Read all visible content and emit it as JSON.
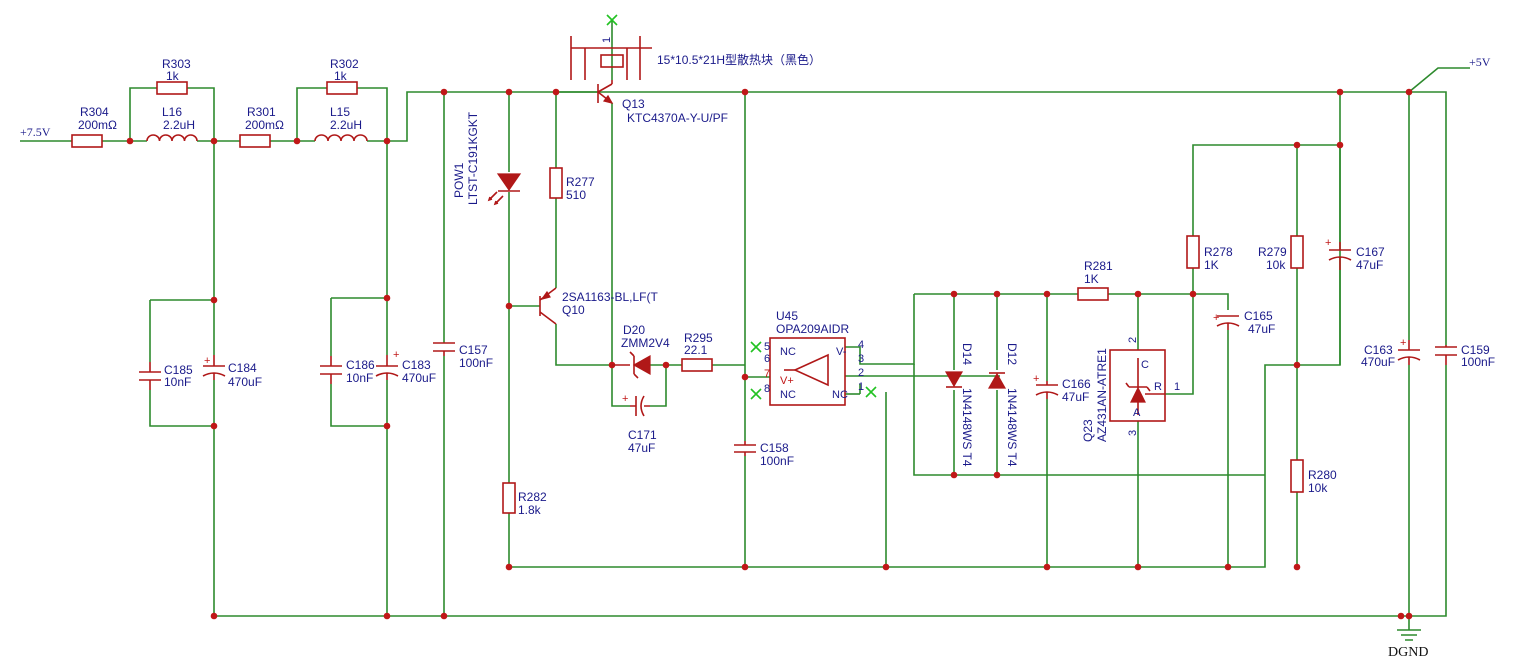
{
  "nets": {
    "vin": "+7.5V",
    "vout": "+5V",
    "gnd": "DGND"
  },
  "heatsink": {
    "ref": "1",
    "label": "15*10.5*21H型散热块（黑色）"
  },
  "parts": {
    "R304": {
      "ref": "R304",
      "val": "200mΩ"
    },
    "R303": {
      "ref": "R303",
      "val": "1k"
    },
    "L16": {
      "ref": "L16",
      "val": "2.2uH"
    },
    "R301": {
      "ref": "R301",
      "val": "200mΩ"
    },
    "R302": {
      "ref": "R302",
      "val": "1k"
    },
    "L15": {
      "ref": "L15",
      "val": "2.2uH"
    },
    "C185": {
      "ref": "C185",
      "val": "10nF"
    },
    "C184": {
      "ref": "C184",
      "val": "470uF"
    },
    "C186": {
      "ref": "C186",
      "val": "10nF"
    },
    "C183": {
      "ref": "C183",
      "val": "470uF"
    },
    "C157": {
      "ref": "C157",
      "val": "100nF"
    },
    "POW1": {
      "ref": "POW1",
      "val": "LTST-C191KGKT"
    },
    "R277": {
      "ref": "R277",
      "val": "510"
    },
    "Q13": {
      "ref": "Q13",
      "val": "KTC4370A-Y-U/PF"
    },
    "Q10": {
      "ref": "Q10",
      "val": "2SA1163-BL,LF(T"
    },
    "D20": {
      "ref": "D20",
      "val": "ZMM2V4"
    },
    "R295": {
      "ref": "R295",
      "val": "22.1"
    },
    "C171": {
      "ref": "C171",
      "val": "47uF"
    },
    "R282": {
      "ref": "R282",
      "val": "1.8k"
    },
    "C158": {
      "ref": "C158",
      "val": "100nF"
    },
    "U45": {
      "ref": "U45",
      "val": "OPA209AIDR"
    },
    "D14": {
      "ref": "D14",
      "val": "1N4148WS T4"
    },
    "D12": {
      "ref": "D12",
      "val": "1N4148WS T4"
    },
    "C166": {
      "ref": "C166",
      "val": "47uF"
    },
    "R281": {
      "ref": "R281",
      "val": "1K"
    },
    "Q23": {
      "ref": "Q23",
      "val": "AZ431AN-ATRE1"
    },
    "R278": {
      "ref": "R278",
      "val": "1K"
    },
    "C165": {
      "ref": "C165",
      "val": "47uF"
    },
    "R279": {
      "ref": "R279",
      "val": "10k"
    },
    "R280": {
      "ref": "R280",
      "val": "10k"
    },
    "C167": {
      "ref": "C167",
      "val": "47uF"
    },
    "C163": {
      "ref": "C163",
      "val": "470uF"
    },
    "C159": {
      "ref": "C159",
      "val": "100nF"
    }
  },
  "u45_pins": {
    "nc_tl": "NC",
    "vminus": "V-",
    "vplus": "V+",
    "nc_bl": "NC",
    "nc_br": "NC",
    "p5": "5",
    "p6": "6",
    "p7": "7",
    "p8": "8",
    "p4": "4",
    "p3": "3",
    "p2": "2",
    "p1": "1"
  },
  "q23_pins": {
    "c": "C",
    "r": "R",
    "a": "A",
    "p1": "1",
    "p2": "2",
    "p3": "3"
  }
}
